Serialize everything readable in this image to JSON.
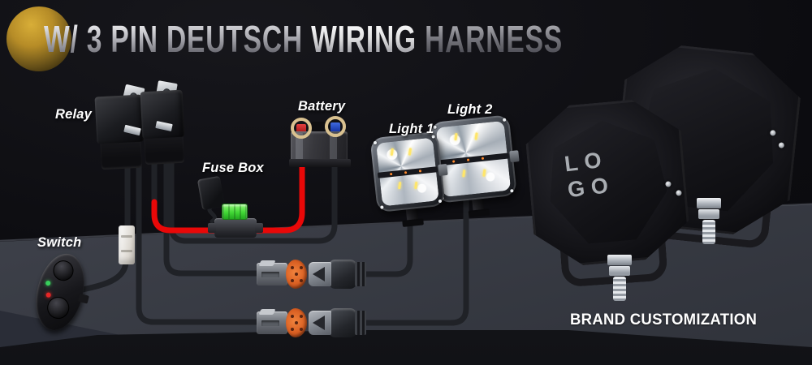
{
  "title": {
    "part1": "W/ 3 PIN",
    "part2": " DEUTSCH",
    "part3": " WIRING",
    "part4": " HARNESS"
  },
  "labels": {
    "relay": "Relay",
    "fuse_box": "Fuse Box",
    "battery": "Battery",
    "light1": "Light 1",
    "light2": "Light 2",
    "switch": "Switch"
  },
  "product": {
    "logo_line1": "LO",
    "logo_line2": "GO",
    "caption": "BRAND CUSTOMIZATION"
  },
  "colors": {
    "wire_black": "#202227",
    "wire_red": "#e90808",
    "fuse_green": "#4fdc3a",
    "connector_orange": "#e06a2c",
    "terminal_positive": "#c42222",
    "terminal_negative": "#2050c8",
    "terminal_ring": "#d9c190",
    "sphere_gold": "#c0922c",
    "table_surface": "#3d4049"
  }
}
